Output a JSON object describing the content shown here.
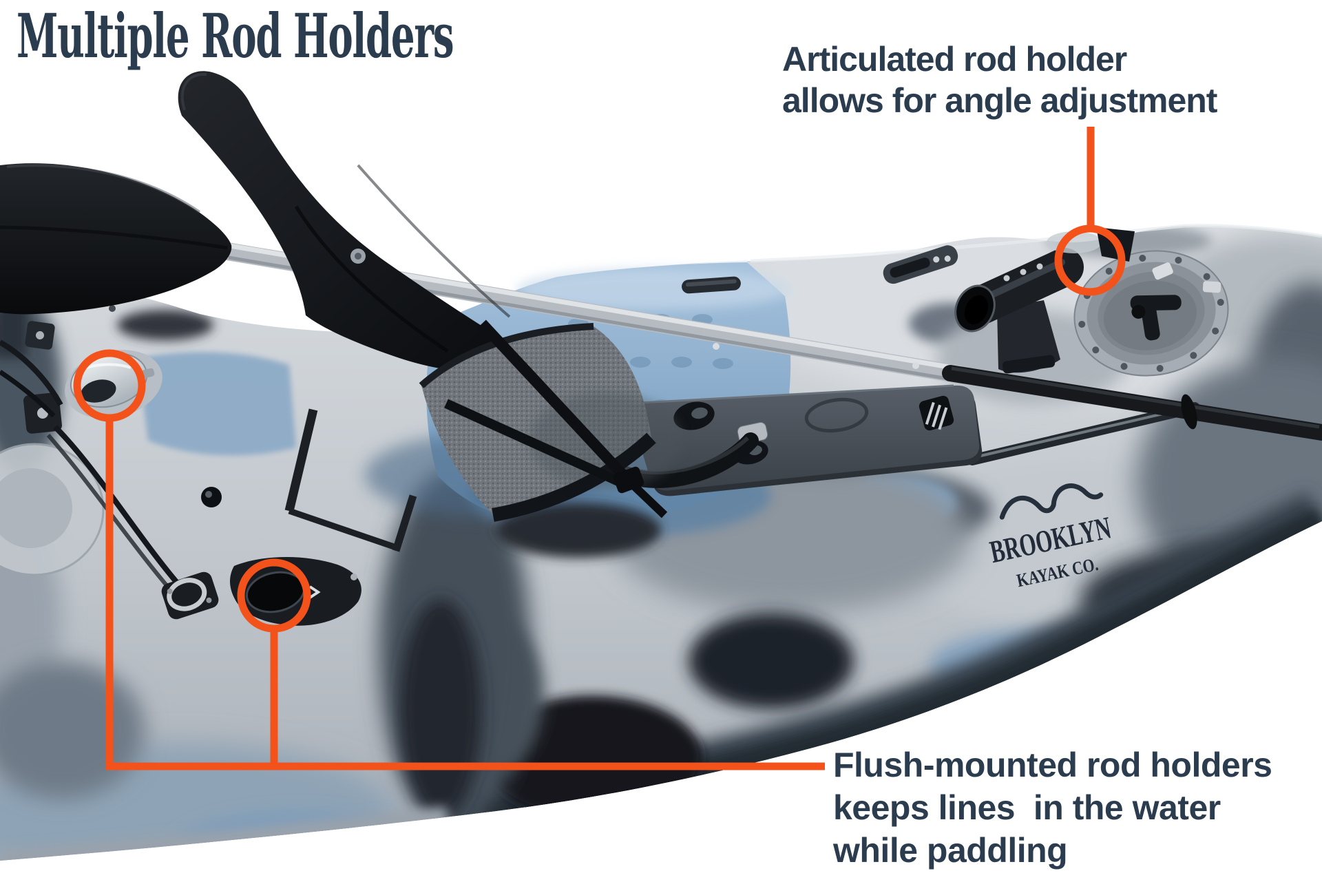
{
  "page": {
    "background_color": "#ffffff",
    "ink_color": "#2b3c4f"
  },
  "title": {
    "text": "Multiple Rod Holders"
  },
  "callouts": {
    "accent_color": "#f4521b",
    "articulated": {
      "lines": [
        "Articulated rod holder",
        "allows for angle adjustment"
      ]
    },
    "flush_mounted": {
      "lines": [
        "Flush-mounted rod holders",
        "keeps lines  in the water",
        "while paddling"
      ]
    }
  },
  "kayak": {
    "brand_logo": {
      "primary": "BROOKLYN",
      "secondary": "KAYAK CO."
    },
    "colors": {
      "hull_light": "#ccd1d6",
      "hull_shadow": "#39424d",
      "footwell_blue": "#8fb2d2",
      "seat_black": "#17191d",
      "paddle_shaft_silver": "#b6bbc1"
    }
  }
}
